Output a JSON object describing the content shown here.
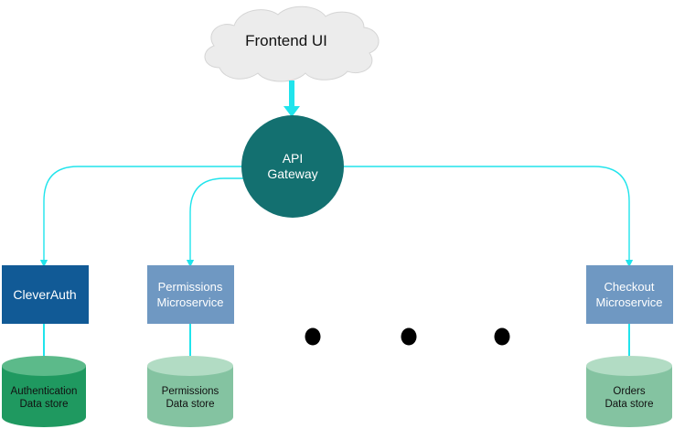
{
  "frontend": {
    "label": "Frontend UI"
  },
  "gateway": {
    "line1": "API",
    "line2": "Gateway"
  },
  "services": [
    {
      "line1": "CleverAuth",
      "line2": ""
    },
    {
      "line1": "Permissions",
      "line2": "Microservice"
    },
    {
      "line1": "Checkout",
      "line2": "Microservice"
    }
  ],
  "stores": [
    {
      "line1": "Authentication",
      "line2": "Data store"
    },
    {
      "line1": "Permissions",
      "line2": "Data store"
    },
    {
      "line1": "Orders",
      "line2": "Data store"
    }
  ],
  "colors": {
    "cloud": "#ececec",
    "connector": "#20e4ec",
    "gateway": "#137070",
    "cleverauth": "#115a96",
    "microservice": "#6f98c2",
    "store_dark": "#1f9960",
    "store_light": "#84c3a1"
  }
}
